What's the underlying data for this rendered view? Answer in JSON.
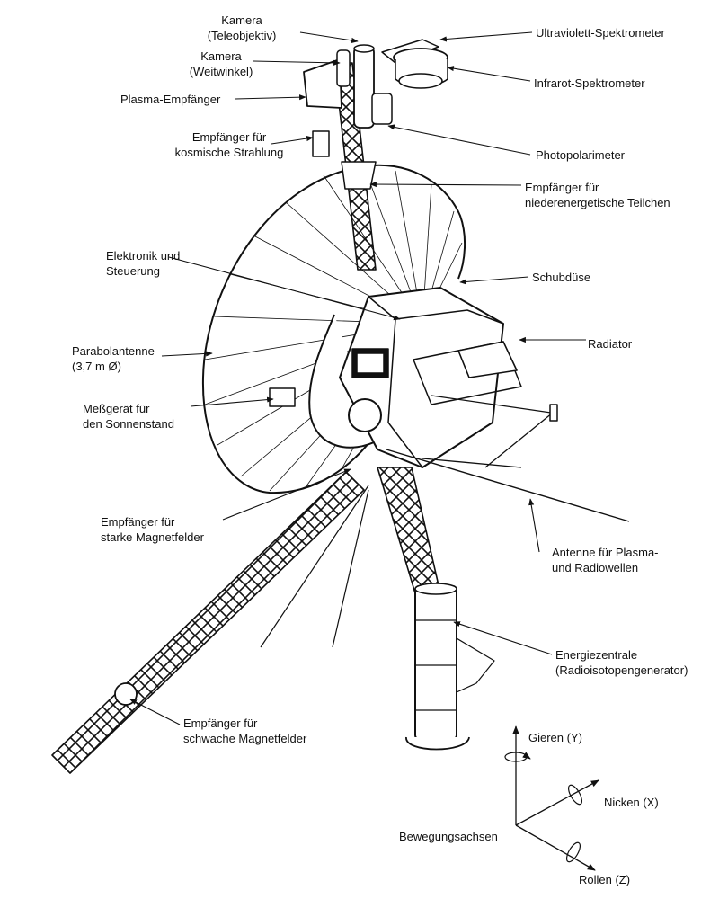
{
  "labels": {
    "kamera_tele": [
      "Kamera",
      "(Teleobjektiv)"
    ],
    "kamera_weit": [
      "Kamera",
      "(Weitwinkel)"
    ],
    "plasma_empfaenger": [
      "Plasma-Empfänger"
    ],
    "kosmische_strahlung": [
      "Empfänger für",
      "kosmische Strahlung"
    ],
    "elektronik": [
      "Elektronik und",
      "Steuerung"
    ],
    "parabolantenne": [
      "Parabolantenne",
      "(3,7 m Ø)"
    ],
    "sonnenstand": [
      "Meßgerät für",
      "den Sonnenstand"
    ],
    "starke_magnetfelder": [
      "Empfänger für",
      "starke Magnetfelder"
    ],
    "schwache_magnetfelder": [
      "Empfänger für",
      "schwache Magnetfelder"
    ],
    "uv_spektrometer": [
      "Ultraviolett-Spektrometer"
    ],
    "ir_spektrometer": [
      "Infrarot-Spektrometer"
    ],
    "photopolarimeter": [
      "Photopolarimeter"
    ],
    "niederenergetische": [
      "Empfänger für",
      "niederenergetische Teilchen"
    ],
    "schubduese": [
      "Schubdüse"
    ],
    "radiator": [
      "Radiator"
    ],
    "antenne_plasma": [
      "Antenne für Plasma-",
      "und Radiowellen"
    ],
    "energiezentrale": [
      "Energiezentrale",
      "(Radioisotopengenerator)"
    ],
    "gieren": [
      "Gieren (Y)"
    ],
    "nicken": [
      "Nicken (X)"
    ],
    "rollen": [
      "Rollen (Z)"
    ],
    "bewegungsachsen": [
      "Bewegungsachsen"
    ]
  }
}
